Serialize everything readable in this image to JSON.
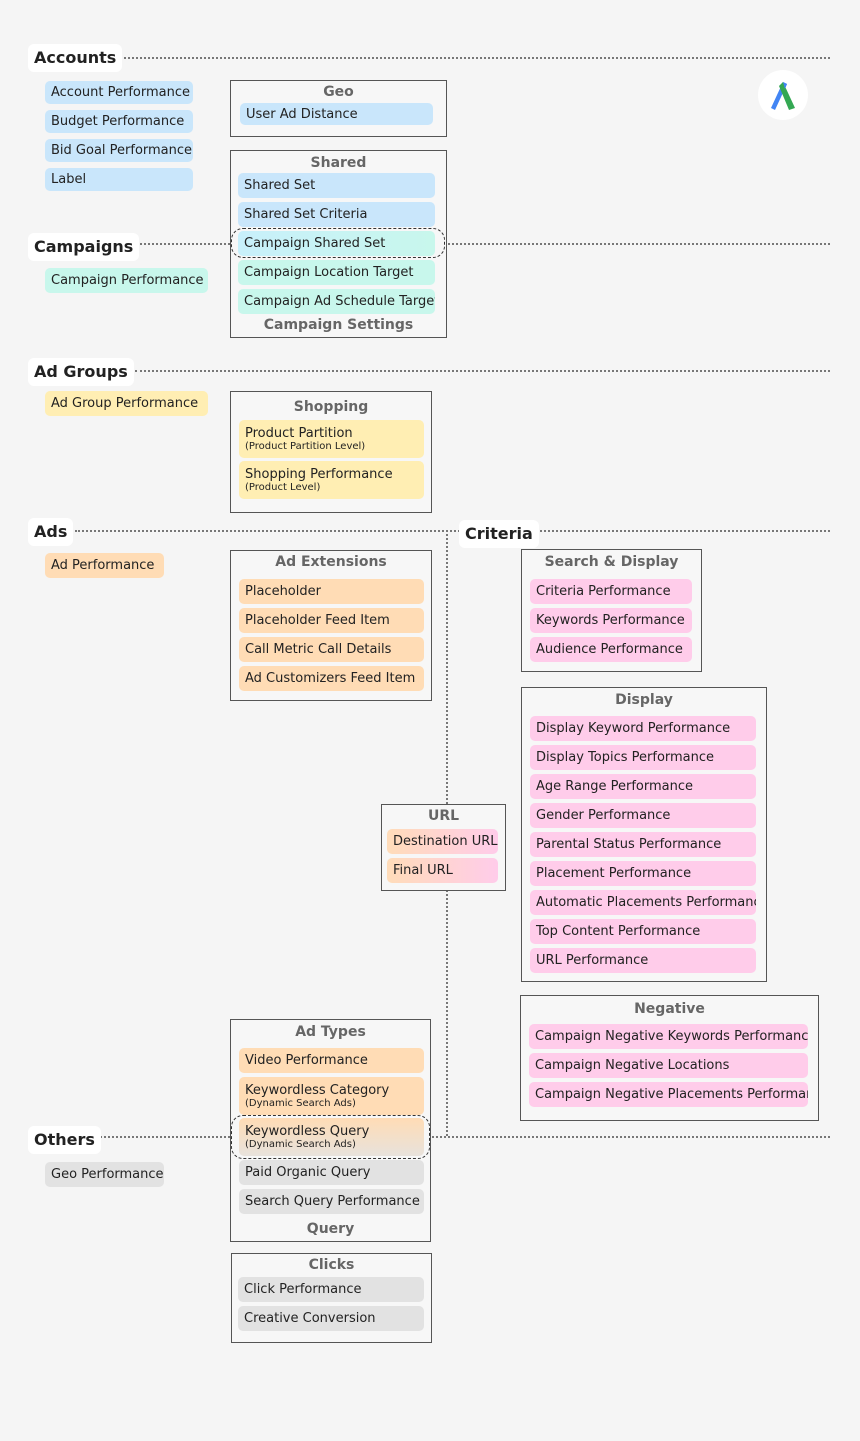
{
  "sections": {
    "accounts": "Accounts",
    "campaigns": "Campaigns",
    "ad_groups": "Ad Groups",
    "ads": "Ads",
    "criteria": "Criteria",
    "others": "Others"
  },
  "accounts_items": [
    "Account Performance",
    "Budget Performance",
    "Bid Goal Performance",
    "Label"
  ],
  "campaigns_items": [
    "Campaign Performance"
  ],
  "ad_groups_items": [
    "Ad Group Performance"
  ],
  "ads_items": [
    "Ad Performance"
  ],
  "others_items": [
    "Geo Performance"
  ],
  "geo": {
    "title": "Geo",
    "items": [
      "User Ad Distance"
    ]
  },
  "shared": {
    "title": "Shared",
    "items": [
      "Shared Set",
      "Shared Set Criteria",
      "Campaign Shared Set",
      "Campaign Location Target",
      "Campaign Ad Schedule Target"
    ],
    "footer": "Campaign Settings"
  },
  "shopping": {
    "title": "Shopping",
    "items": [
      {
        "label": "Product Partition",
        "sub": "(Product Partition Level)"
      },
      {
        "label": "Shopping Performance",
        "sub": "(Product Level)"
      }
    ]
  },
  "ad_extensions": {
    "title": "Ad Extensions",
    "items": [
      "Placeholder",
      "Placeholder Feed Item",
      "Call Metric Call Details",
      "Ad Customizers Feed Item"
    ]
  },
  "search_display": {
    "title": "Search & Display",
    "items": [
      "Criteria Performance",
      "Keywords Performance",
      "Audience Performance"
    ]
  },
  "display": {
    "title": "Display",
    "items": [
      "Display Keyword Performance",
      "Display Topics Performance",
      "Age Range Performance",
      "Gender Performance",
      "Parental Status Performance",
      "Placement Performance",
      "Automatic Placements Performance",
      "Top Content Performance",
      "URL Performance"
    ]
  },
  "url": {
    "title": "URL",
    "items": [
      "Destination URL",
      "Final URL"
    ]
  },
  "negative": {
    "title": "Negative",
    "items": [
      "Campaign Negative Keywords Performance",
      "Campaign Negative Locations",
      "Campaign Negative Placements Performance"
    ]
  },
  "ad_types": {
    "title": "Ad Types",
    "items": [
      {
        "label": "Video Performance",
        "sub": ""
      },
      {
        "label": "Keywordless Category",
        "sub": "(Dynamic Search Ads)"
      },
      {
        "label": "Keywordless Query",
        "sub": "(Dynamic Search Ads)"
      },
      {
        "label": "Paid Organic Query",
        "sub": ""
      },
      {
        "label": "Search Query Performance",
        "sub": ""
      }
    ],
    "footer": "Query"
  },
  "clicks": {
    "title": "Clicks",
    "items": [
      "Click Performance",
      "Creative Conversion"
    ]
  },
  "colors": {
    "blue": "#c9e6fb",
    "teal": "#c8f7ec",
    "yellow": "#ffeeb3",
    "orange": "#ffdcb5",
    "pink": "#ffccea",
    "gray": "#e2e2e2",
    "logo_blue": "#4285f4",
    "logo_green": "#34a853",
    "logo_yellow": "#fbbc04"
  },
  "logo_icon": "google-ads-logo-icon"
}
